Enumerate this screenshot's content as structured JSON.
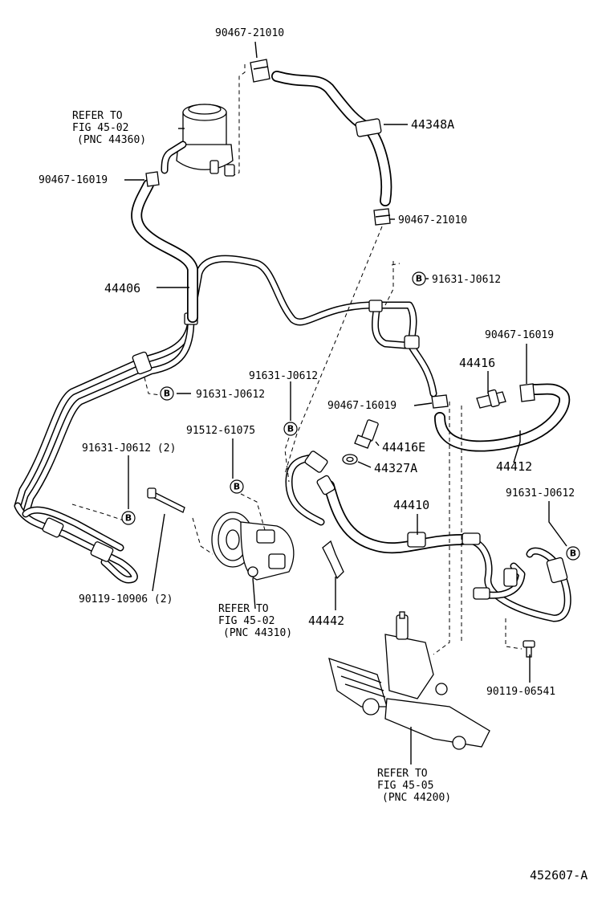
{
  "labels": {
    "top_clip": "90467-21010",
    "reservoir_ref_line1": "REFER TO",
    "reservoir_ref_line2": "FIG 45-02",
    "reservoir_ref_line3": "(PNC 44360)",
    "reservoir_clip": "90467-16019",
    "return_hose": "44348A",
    "mid_clip": "90467-21010",
    "bolt_b_top": "91631-J0612",
    "tube_44406": "44406",
    "right_clip": "90467-16019",
    "union_44416": "44416",
    "bolt_b_left": "91631-J0612",
    "bolt_b_center": "91631-J0612",
    "clip_center": "90467-16019",
    "union_44416e": "44416E",
    "gasket_44327a": "44327A",
    "hose_44412": "44412",
    "bolt_b_pair": "91631-J0612 (2)",
    "bolt_91512": "91512-61075",
    "pressure_hose": "44410",
    "bolt_b_right": "91631-J0612",
    "bolt_90119_pair": "90119-10906 (2)",
    "pump_ref_line1": "REFER TO",
    "pump_ref_line2": "FIG 45-02",
    "pump_ref_line3": "(PNC 44310)",
    "bracket_44442": "44442",
    "bolt_90119_06541": "90119-06541",
    "gear_ref_line1": "REFER TO",
    "gear_ref_line2": "FIG 45-05",
    "gear_ref_line3": "(PNC 44200)",
    "figure_id": "452607-A"
  },
  "badge_letter": "B"
}
